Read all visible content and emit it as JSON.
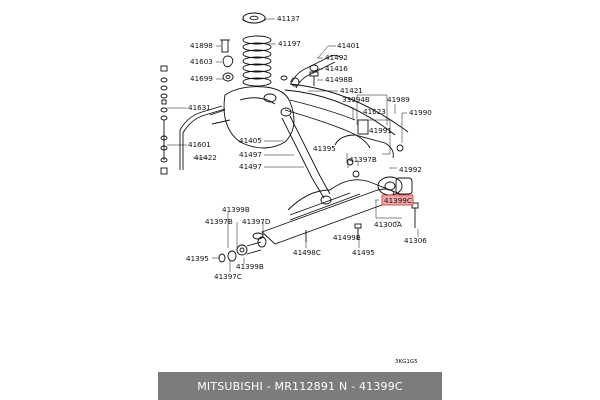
{
  "diagram": {
    "labels": [
      {
        "id": "l41137",
        "text": "41137"
      },
      {
        "id": "l41197",
        "text": "41197"
      },
      {
        "id": "l41898",
        "text": "41898"
      },
      {
        "id": "l41603",
        "text": "41603"
      },
      {
        "id": "l41699",
        "text": "41699"
      },
      {
        "id": "l41401",
        "text": "41401"
      },
      {
        "id": "l41492",
        "text": "41492"
      },
      {
        "id": "l41416",
        "text": "41416"
      },
      {
        "id": "l41498B",
        "text": "41498B"
      },
      {
        "id": "l41421",
        "text": "41421"
      },
      {
        "id": "l41631",
        "text": "41631"
      },
      {
        "id": "l41601",
        "text": "41601"
      },
      {
        "id": "l41422",
        "text": "41422"
      },
      {
        "id": "l41405",
        "text": "41405"
      },
      {
        "id": "l41497a",
        "text": "41497"
      },
      {
        "id": "l41497b",
        "text": "41497"
      },
      {
        "id": "l33994B",
        "text": "33994B"
      },
      {
        "id": "l41623",
        "text": "41623"
      },
      {
        "id": "l41989",
        "text": "41989"
      },
      {
        "id": "l41990",
        "text": "41990"
      },
      {
        "id": "l41991",
        "text": "41991"
      },
      {
        "id": "l41395a",
        "text": "41395"
      },
      {
        "id": "l41397B_top",
        "text": "41397B"
      },
      {
        "id": "l41992",
        "text": "41992"
      },
      {
        "id": "l41399C_hl",
        "text": "41399C"
      },
      {
        "id": "l41300A",
        "text": "41300A"
      },
      {
        "id": "l41306",
        "text": "41306"
      },
      {
        "id": "l41399B_top",
        "text": "41399B"
      },
      {
        "id": "l41397B_left",
        "text": "41397B"
      },
      {
        "id": "l41397D",
        "text": "41397D"
      },
      {
        "id": "l41499B",
        "text": "41499B"
      },
      {
        "id": "l41495",
        "text": "41495"
      },
      {
        "id": "l41498C",
        "text": "41498C"
      },
      {
        "id": "l41395b",
        "text": "41395"
      },
      {
        "id": "l41399B_bot",
        "text": "41399B"
      },
      {
        "id": "l41397C",
        "text": "41397C"
      }
    ],
    "code": "3KG1G5",
    "highlight_color": "#f4a6a6"
  },
  "footer": {
    "caption": "MITSUBISHI - MR112891     N - 41399C"
  }
}
